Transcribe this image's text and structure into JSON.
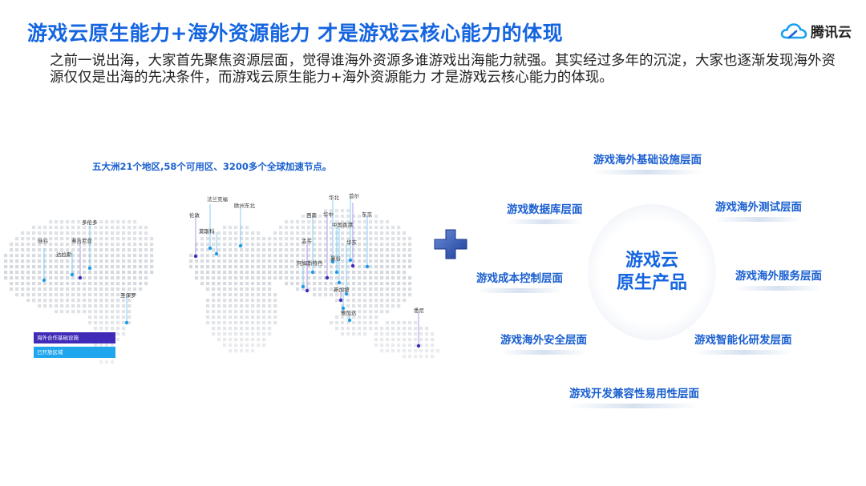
{
  "title": "游戏云原生能力+海外资源能力 才是游戏云核心能力的体现",
  "logo": {
    "text": "腾讯云",
    "icon": "cloud-icon"
  },
  "intro": "之前一说出海，大家首先聚焦资源层面，觉得谁海外资源多谁游戏出海能力就强。其实经过多年的沉淀，大家也逐渐发现海外资源仅仅是出海的先决条件，而游戏云原生能力+海外资源能力 才是游戏云核心能力的体现。",
  "map": {
    "caption": "五大洲21个地区,58个可用区、3200多个全球加速节点。",
    "cities": [
      "法兰克福",
      "伦敦",
      "莫斯科",
      "多伦多",
      "硅谷",
      "弗吉尼亚",
      "达拉斯",
      "圣保罗",
      "华北",
      "西南",
      "华中",
      "中国香港",
      "华东",
      "东京",
      "首尔",
      "欧州东北",
      "首尔",
      "孟买",
      "曼谷",
      "新加坡",
      "雅加达",
      "悉尼",
      "阿姆斯特丹"
    ],
    "legend": [
      "海外合作基础设施",
      "已开放区域"
    ]
  },
  "plus_icon": "plus-icon",
  "center": {
    "line1": "游戏云",
    "line2": "原生产品"
  },
  "layers": {
    "infra": "游戏海外基础设施层面",
    "database": "游戏数据库层面",
    "test": "游戏海外测试层面",
    "cost": "游戏成本控制层面",
    "service": "游戏海外服务层面",
    "security": "游戏海外安全层面",
    "ai": "游戏智能化研发层面",
    "compat": "游戏开发兼容性易用性层面"
  },
  "colors": {
    "title": "#1565e0",
    "accent": "#1a5fd0",
    "legend1": "#3f2bb8",
    "legend2": "#1fa6ec",
    "pin": "#1e9be8"
  }
}
